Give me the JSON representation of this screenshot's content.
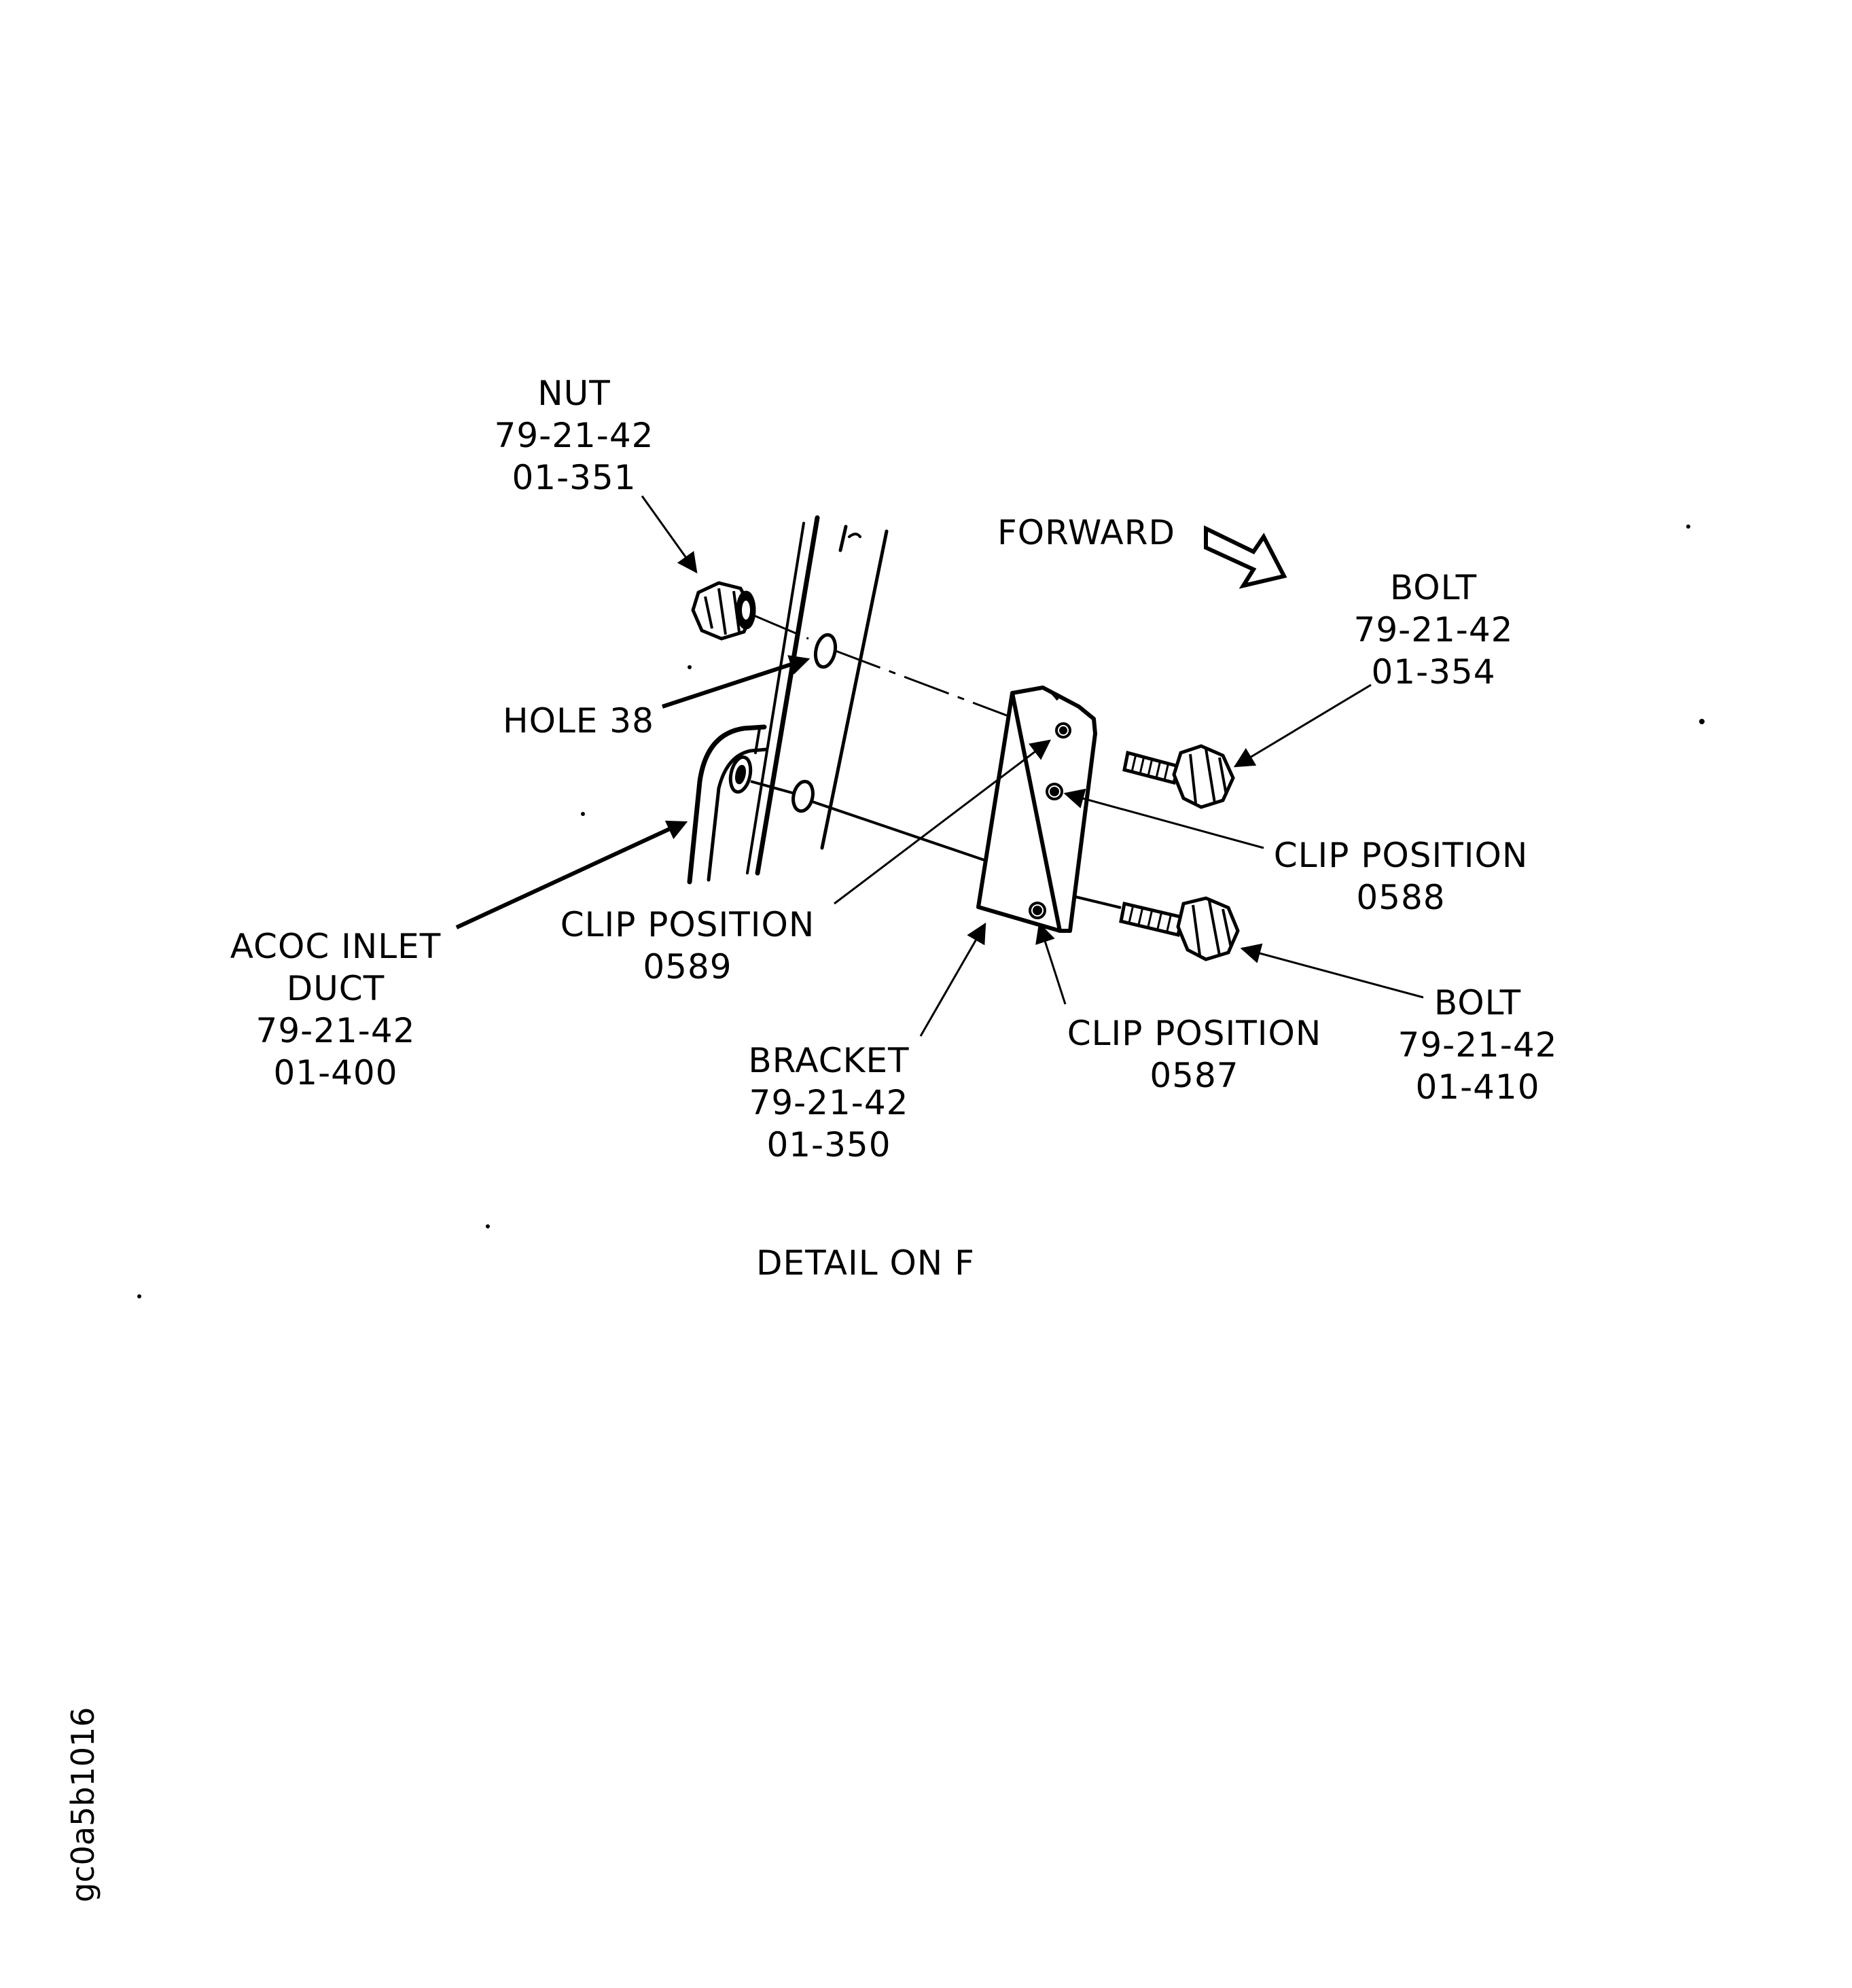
{
  "diagram": {
    "caption": "DETAIL ON F",
    "figure_id": "gc0a5b1016",
    "forward_label": "FORWARD",
    "labels": {
      "nut": {
        "name": "NUT",
        "line1": "79-21-42",
        "line2": "01-351"
      },
      "hole": {
        "name": "HOLE 38"
      },
      "bolt_upper": {
        "name": "BOLT",
        "line1": "79-21-42",
        "line2": "01-354"
      },
      "clip_0588": {
        "name": "CLIP POSITION",
        "line1": "0588"
      },
      "clip_0589": {
        "name": "CLIP POSITION",
        "line1": "0589"
      },
      "duct": {
        "name": "ACOC INLET",
        "line1": "DUCT",
        "line2": "79-21-42",
        "line3": "01-400"
      },
      "bracket": {
        "name": "BRACKET",
        "line1": "79-21-42",
        "line2": "01-350"
      },
      "clip_0587": {
        "name": "CLIP POSITION",
        "line1": "0587"
      },
      "bolt_lower": {
        "name": "BOLT",
        "line1": "79-21-42",
        "line2": "01-410"
      }
    }
  }
}
